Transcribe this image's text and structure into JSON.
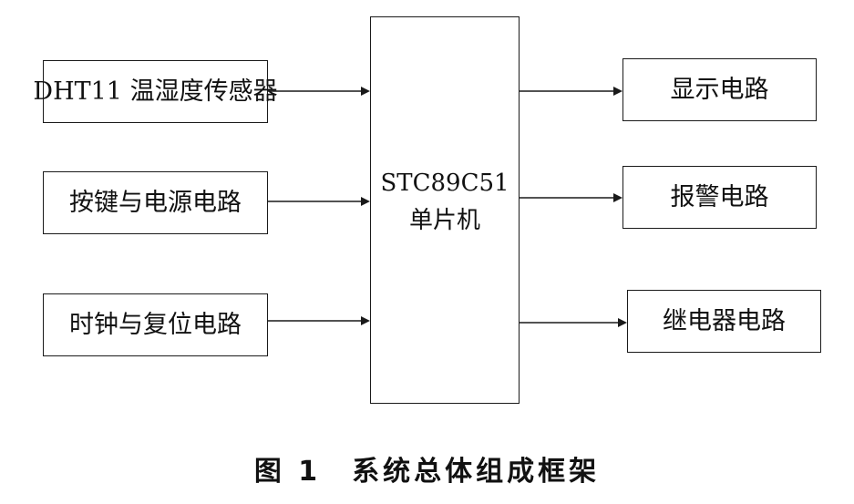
{
  "diagram": {
    "inputs": [
      {
        "label": "DHT11 温湿度传感器"
      },
      {
        "label": "按键与电源电路"
      },
      {
        "label": "时钟与复位电路"
      }
    ],
    "mcu": {
      "line1": "STC89C51",
      "line2": "单片机"
    },
    "outputs": [
      {
        "label": "显示电路"
      },
      {
        "label": "报警电路"
      },
      {
        "label": "继电器电路"
      }
    ],
    "caption": {
      "figure_number": "图 1",
      "title": "系统总体组成框架"
    },
    "colors": {
      "line": "#1a1a1a",
      "background": "#ffffff"
    }
  }
}
